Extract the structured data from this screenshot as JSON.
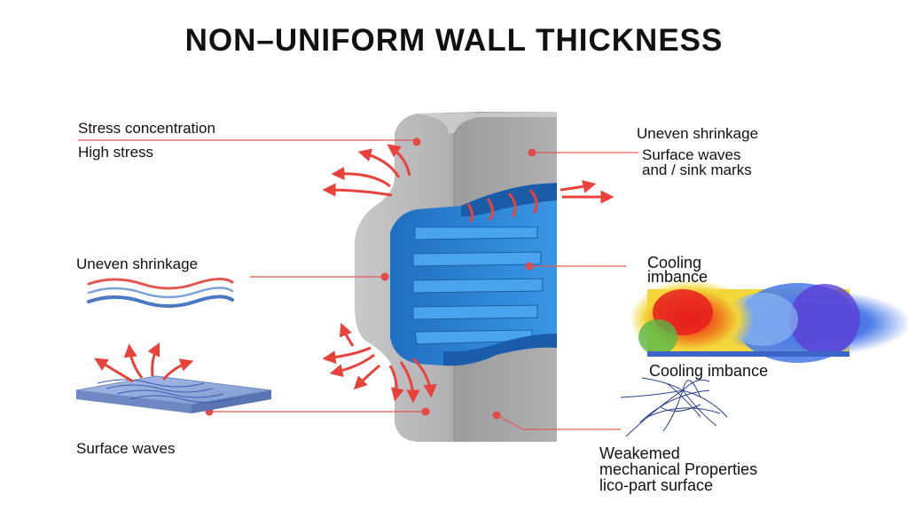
{
  "title": "NON–UNIFORM WALL THICKNESS",
  "labels": {
    "stress_concentration": "Stress concentration",
    "high_stress": "High stress",
    "uneven_shrinkage_left": "Uneven shrinkage",
    "surface_waves_left": "Surface waves",
    "uneven_shrinkage_right": "Uneven shrinkage",
    "surface_waves_sink_line1": "Surface waves",
    "surface_waves_sink_line2": "and / sink marks",
    "cooling_line1": "Cooling",
    "cooling_line2": "imbance",
    "cooling_imbance": "Cooling imbance",
    "weakened_line1": "Weakemed",
    "weakened_line2": "mechanical Properties",
    "weakened_line3": "lico-part surface"
  },
  "colors": {
    "arrow_red": "#e8423b",
    "part_gray": "#a7a7a9",
    "part_blue": "#2f86d6",
    "leader_red": "#e05a55",
    "wave_red": "#e25550",
    "wave_blue": "#4a78c4",
    "fiber_blue": "#2a3f8f"
  }
}
